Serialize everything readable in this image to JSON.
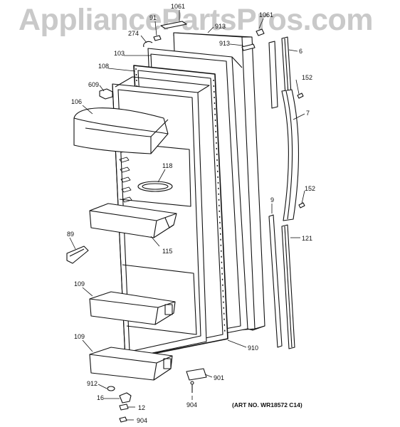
{
  "watermark": "AppliancePartsPros.com",
  "art_number": "(ART NO. WR18572 C14)",
  "callouts": {
    "c1061a": "1061",
    "c1061b": "1061",
    "c91": "91",
    "c913a": "913",
    "c913b": "913",
    "c274": "274",
    "c6": "6",
    "c103": "103",
    "c108": "108",
    "c152a": "152",
    "c609": "609",
    "c106": "106",
    "c7": "7",
    "c118": "118",
    "c152b": "152",
    "c9": "9",
    "c121": "121",
    "c89": "89",
    "c115": "115",
    "c109a": "109",
    "c109b": "109",
    "c910": "910",
    "c901": "901",
    "c912": "912",
    "c16": "16",
    "c12": "12",
    "c904a": "904",
    "c904b": "904"
  }
}
